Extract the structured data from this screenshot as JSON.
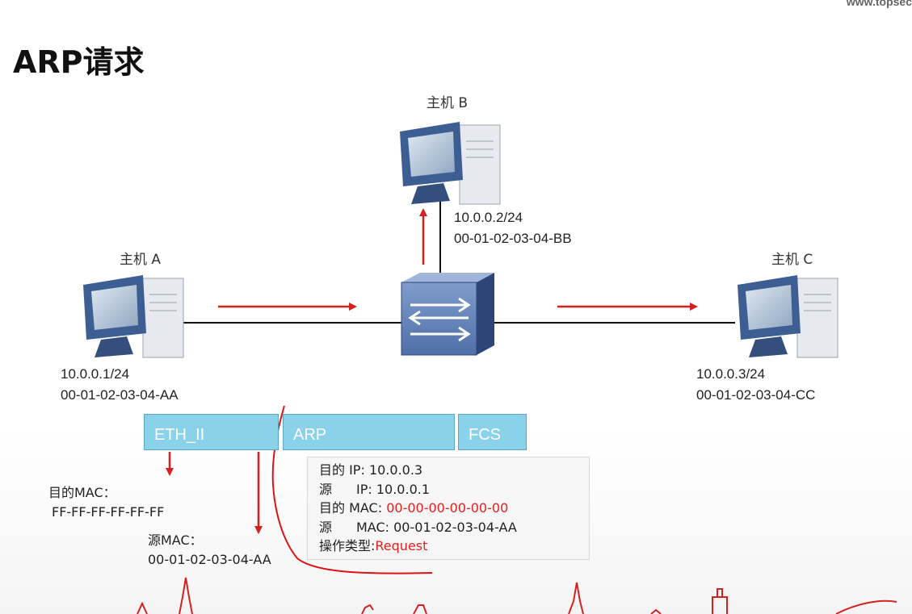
{
  "title": "ARP请求",
  "watermark": "www.topsec",
  "hosts": {
    "a": {
      "label": "主机 A",
      "ip": "10.0.0.1/24",
      "mac": "00-01-02-03-04-AA"
    },
    "b": {
      "label": "主机 B",
      "ip": "10.0.0.2/24",
      "mac": "00-01-02-03-04-BB"
    },
    "c": {
      "label": "主机 C",
      "ip": "10.0.0.3/24",
      "mac": "00-01-02-03-04-CC"
    }
  },
  "frame": {
    "eth": "ETH_II",
    "arp": "ARP",
    "fcs": "FCS"
  },
  "arp_fields": {
    "dst_ip_key": "目的 IP:",
    "dst_ip_val": "10.0.0.3",
    "src_ip_key": "源",
    "src_ip_key2": "IP:",
    "src_ip_val": "10.0.0.1",
    "dst_mac_key": "目的 MAC:",
    "dst_mac_val": "00-00-00-00-00-00",
    "src_mac_key": "源",
    "src_mac_key2": "MAC:",
    "src_mac_val": "00-01-02-03-04-AA",
    "op_key": "操作类型:",
    "op_val": "Request"
  },
  "eth_fields": {
    "dst_mac_label": "目的MAC：",
    "dst_mac_val": "FF-FF-FF-FF-FF-FF",
    "src_mac_label": "源MAC：",
    "src_mac_val": "00-01-02-03-04-AA"
  },
  "colors": {
    "arrow": "#d42020",
    "frame": "#8ad1ea",
    "switch": "#3d5a8f",
    "highlight": "#e02020"
  }
}
